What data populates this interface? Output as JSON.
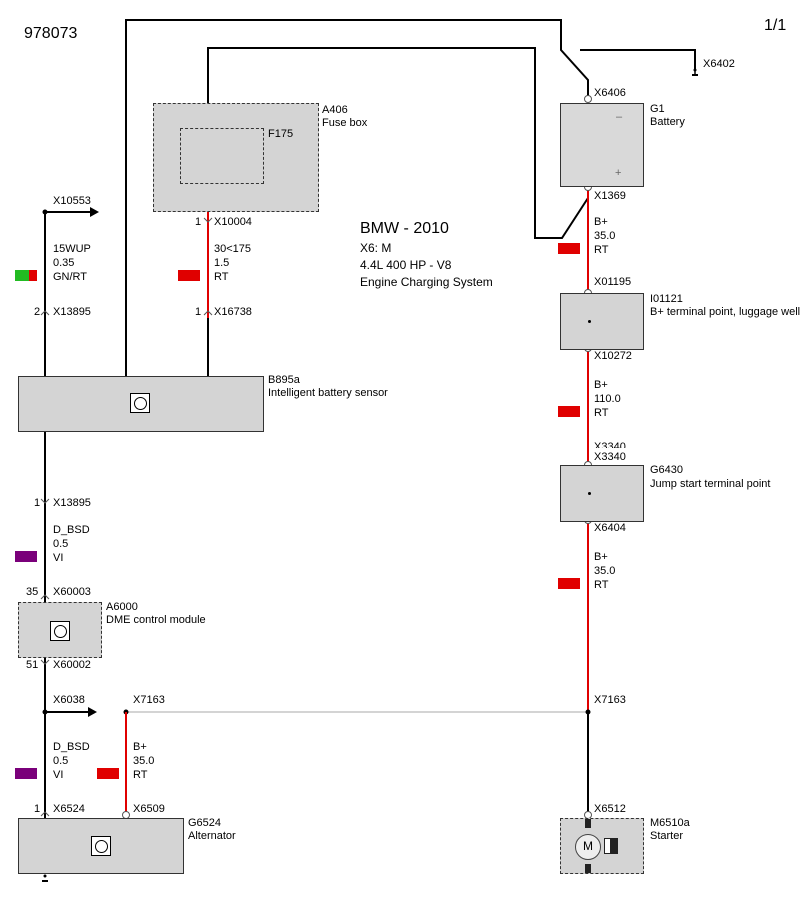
{
  "header": {
    "doc_id": "978073",
    "page": "1/1"
  },
  "title": {
    "line1": "BMW - 2010",
    "line2": "X6: M",
    "line3": "4.4L  400 HP - V8",
    "line4": "Engine Charging System"
  },
  "components": {
    "fusebox": {
      "id": "A406",
      "name": "Fuse box",
      "fuse": "F175"
    },
    "battery": {
      "id": "G1",
      "name": "Battery",
      "plus": "+",
      "minus": "–"
    },
    "terminal_luggage": {
      "id": "I01121",
      "name": "B+ terminal point, luggage well"
    },
    "ibs": {
      "id": "B895a",
      "name": "Intelligent battery sensor"
    },
    "jump": {
      "id": "G6430",
      "name": "Jump start terminal point"
    },
    "dme": {
      "id": "A6000",
      "name": "DME control module"
    },
    "alternator": {
      "id": "G6524",
      "name": "Alternator"
    },
    "starter": {
      "id": "M6510a",
      "name": "Starter",
      "motor_letter": "M"
    }
  },
  "connectors": {
    "x6402": "X6402",
    "x6406": "X6406",
    "x1369": "X1369",
    "x10553": "X10553",
    "x10004": "X10004",
    "x10004_pin": "1",
    "x13895_top": "X13895",
    "x13895_top_pin": "2",
    "x16738": "X16738",
    "x16738_pin": "1",
    "x01195": "X01195",
    "x10272": "X10272",
    "x3340_ghost": "X3340",
    "x3340": "X3340",
    "x6404": "X6404",
    "x13895_bot": "X13895",
    "x13895_bot_pin": "1",
    "x60003": "X60003",
    "x60003_pin": "35",
    "x60002": "X60002",
    "x60002_pin": "51",
    "x6038": "X6038",
    "x7163_left": "X7163",
    "x7163_right": "X7163",
    "x6524": "X6524",
    "x6524_pin": "1",
    "x6509": "X6509",
    "x6512": "X6512"
  },
  "wires": {
    "w_15wup": {
      "signal": "15WUP",
      "size": "0.35",
      "color": "GN/RT"
    },
    "w_fuse": {
      "signal": "30<175",
      "size": "1.5",
      "color": "RT"
    },
    "w_batt": {
      "signal": "B+",
      "size": "35.0",
      "color": "RT"
    },
    "w_luggage": {
      "signal": "B+",
      "size": "110.0",
      "color": "RT"
    },
    "w_jump": {
      "signal": "B+",
      "size": "35.0",
      "color": "RT"
    },
    "w_dbsd1": {
      "signal": "D_BSD",
      "size": "0.5",
      "color": "VI"
    },
    "w_dbsd2": {
      "signal": "D_BSD",
      "size": "0.5",
      "color": "VI"
    },
    "w_alt": {
      "signal": "B+",
      "size": "35.0",
      "color": "RT"
    }
  },
  "colors": {
    "red": "#e00000",
    "green": "#22bb22",
    "violet": "#7a007a",
    "component_fill": "#d4d4d4",
    "line": "#000000",
    "thin_line": "#aaaaaa"
  }
}
